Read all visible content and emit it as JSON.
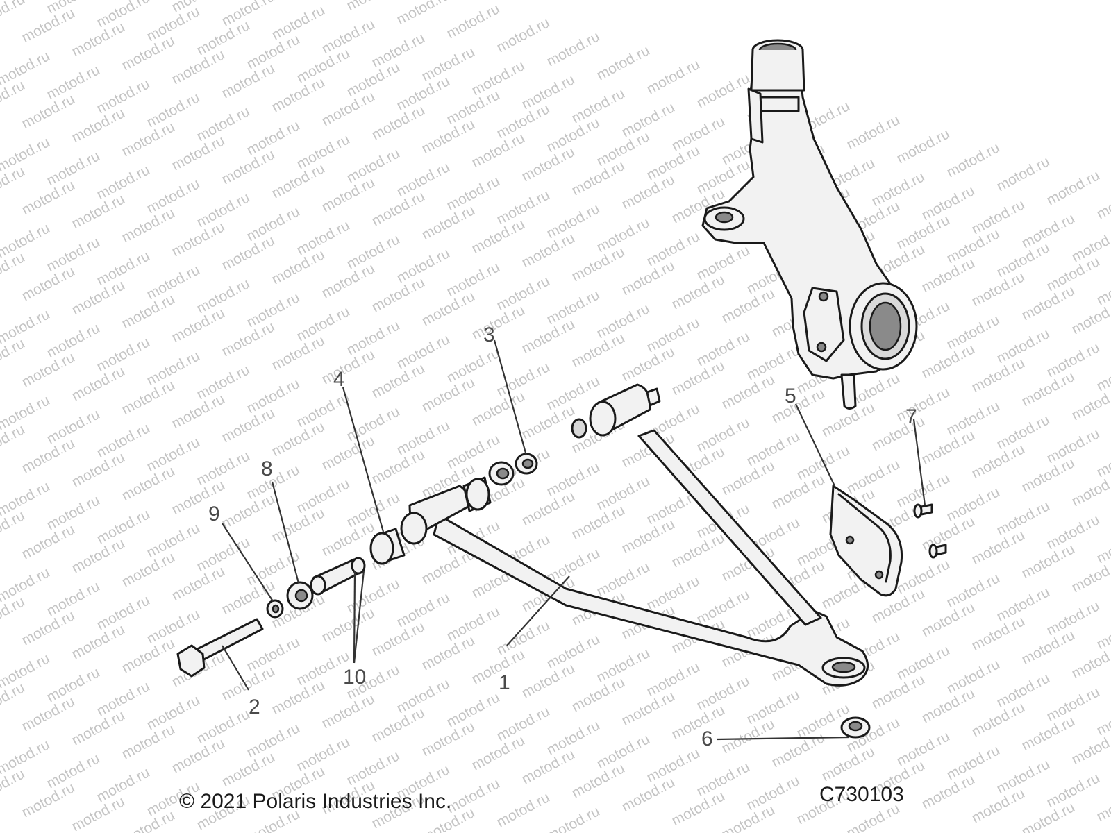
{
  "watermark": "motod.ru",
  "callouts": [
    "1",
    "2",
    "3",
    "4",
    "5",
    "6",
    "7",
    "8",
    "9",
    "10"
  ],
  "footer": {
    "copyright": "© 2021 Polaris Industries Inc.",
    "figure_code": "C730103"
  }
}
